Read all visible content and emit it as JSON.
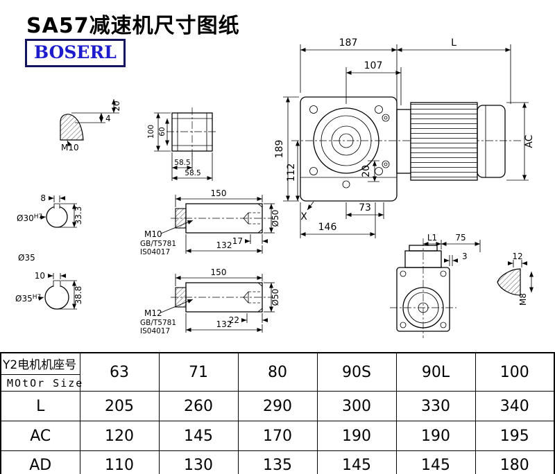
{
  "header": {
    "title": "SA57减速机尺寸图纸",
    "logo": "BOSERL"
  },
  "colors": {
    "logo_text": "#1c1ccd",
    "line": "#000000",
    "background": "#ffffff"
  },
  "ann": {
    "main": {
      "w187": "187",
      "L": "L",
      "w107": "107",
      "h189": "189",
      "h112": "112",
      "d20": "20",
      "w73": "73",
      "w146": "146",
      "AC": "AC",
      "X": "X"
    },
    "cone": {
      "d4": "4",
      "d20": "20",
      "m10": "M10"
    },
    "flange": {
      "h100": "100",
      "h60": "60",
      "w585a": "58.5",
      "w585b": "58.5"
    },
    "bore30": {
      "key8": "8",
      "od": "Ø30",
      "tol": "H7",
      "h333": "33.3"
    },
    "bore35": {
      "key10": "10",
      "od": "Ø35",
      "tol": "H7",
      "h388": "38.8"
    },
    "od35_label": "Ø35",
    "shaft1": {
      "len150": "150",
      "thread": "M10",
      "std1": "GB/T5781",
      "std2": "IS04017",
      "d17": "17",
      "d132": "132",
      "od50": "Ø50"
    },
    "shaft2": {
      "len150": "150",
      "thread": "M12",
      "std1": "GB/T5781",
      "std2": "IS04017",
      "d22": "22",
      "d132": "132",
      "od50": "Ø50"
    },
    "side": {
      "L1": "L1",
      "d75": "75",
      "d3": "3",
      "d12": "12",
      "m8": "M8"
    }
  },
  "table": {
    "row_header": {
      "label_cn": "Y2电机机座号",
      "label_en": "MOtOr Size",
      "values": [
        "63",
        "71",
        "80",
        "90S",
        "90L",
        "100"
      ]
    },
    "rows": [
      {
        "label": "L",
        "values": [
          "205",
          "260",
          "290",
          "300",
          "330",
          "340"
        ]
      },
      {
        "label": "AC",
        "values": [
          "120",
          "145",
          "170",
          "190",
          "190",
          "195"
        ]
      },
      {
        "label": "AD",
        "values": [
          "110",
          "130",
          "135",
          "145",
          "145",
          "180"
        ]
      }
    ]
  }
}
